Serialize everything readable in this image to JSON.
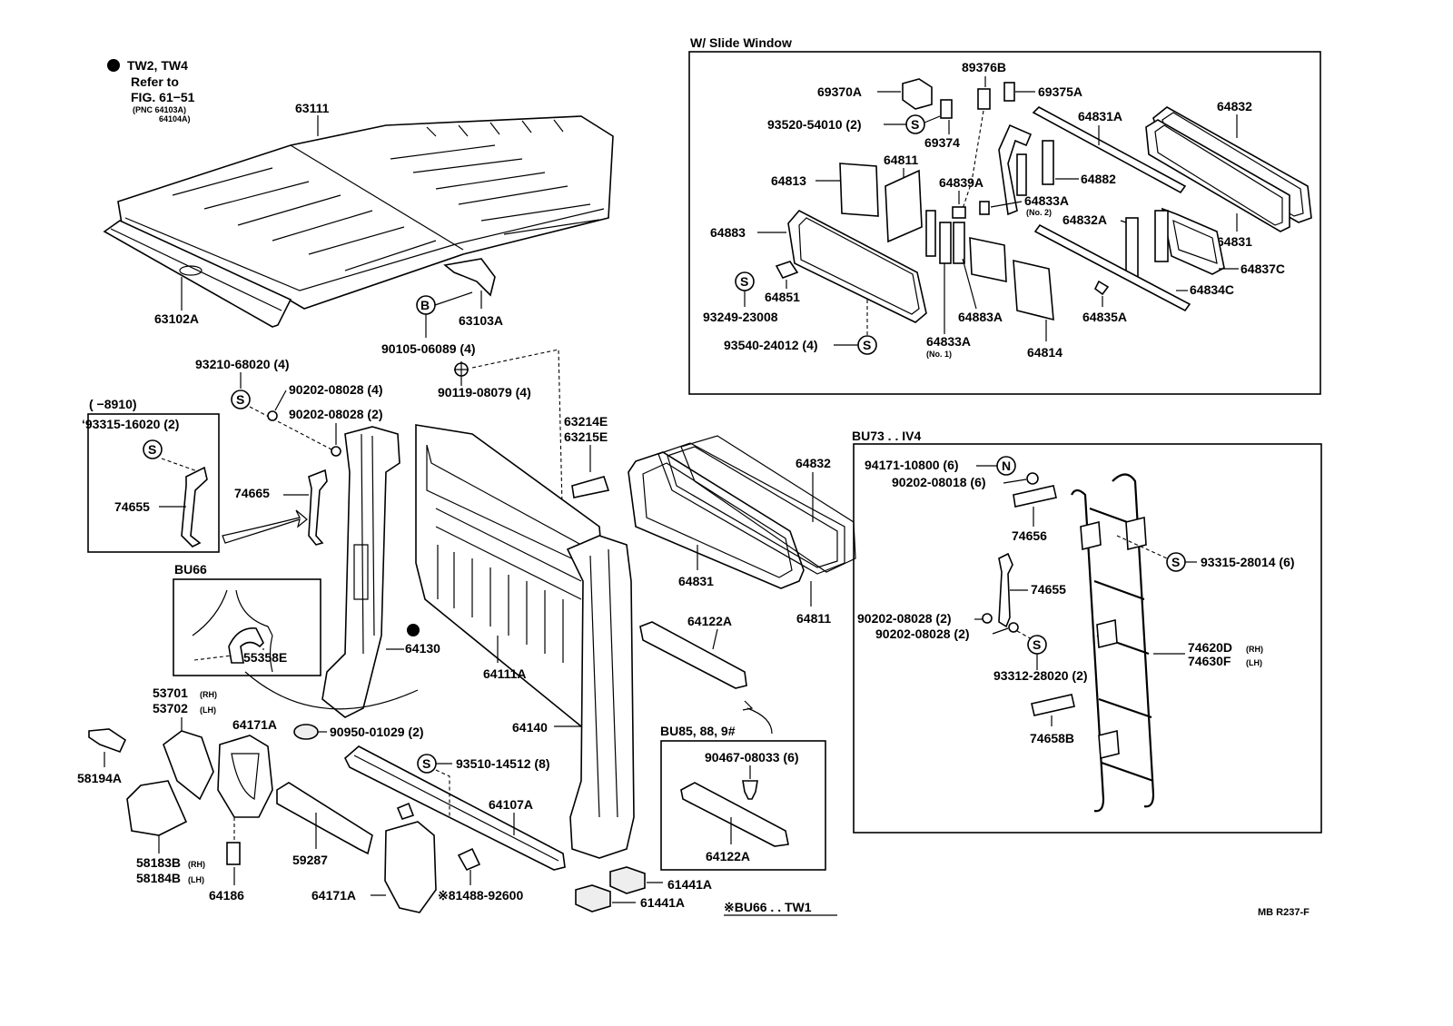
{
  "notes": {
    "tw": "TW2, TW4",
    "refer1": "Refer to",
    "refer2": "FIG. 61−51",
    "pnc1": "(PNC 64103A)",
    "pnc2": "64104A)"
  },
  "boxes": {
    "slide_window": "W/ Slide Window",
    "bu73": "BU73 . . IV4",
    "p8910": "(         −8910)",
    "bu66": "BU66",
    "bu85": "BU85, 88, 9#"
  },
  "footer": {
    "bu66_tw1": "※BU66 . . TW1",
    "code": "MB R237-F"
  },
  "symbols": {
    "s": "S",
    "b": "B",
    "n": "N"
  },
  "parts": {
    "p63111": "63111",
    "p63102A": "63102A",
    "p63103A": "63103A",
    "p90105": "90105-06089 (4)",
    "p93210": "93210-68020 (4)",
    "p90202_4": "90202-08028 (4)",
    "p90202_2": "90202-08028 (2)",
    "p90119": "90119-08079 (4)",
    "p63214E": "63214E",
    "p63215E": "63215E",
    "p93315_2": "‘93315-16020 (2)",
    "p74655_box": "74655",
    "p74665": "74665",
    "p55358E": "55358E",
    "p64130": "64130",
    "p64111A": "64111A",
    "p53701": "53701",
    "p53702": "53702",
    "rh": "(RH)",
    "lh": "(LH)",
    "p64171A_1": "64171A",
    "p90950": "90950-01029 (2)",
    "p58194A": "58194A",
    "p58183B": "58183B",
    "p58184B": "58184B",
    "p64186": "64186",
    "p59287": "59287",
    "p64171A_2": "64171A",
    "p93510": "93510-14512 (8)",
    "p64107A": "64107A",
    "p81488": "※81488-92600",
    "p64140": "64140",
    "p61441A_1": "61441A",
    "p61441A_2": "61441A",
    "p64831_main": "64831",
    "p64832_main": "64832",
    "p64811_main": "64811",
    "p64122A_1": "64122A",
    "p90467": "90467-08033 (6)",
    "p64122A_2": "64122A",
    "p69370A": "69370A",
    "p89376B": "89376B",
    "p69375A": "69375A",
    "p93520": "93520-54010 (2)",
    "p69374": "69374",
    "p64831A": "64831A",
    "p64832_sw": "64832",
    "p64813": "64813",
    "p64811_sw": "64811",
    "p64839A": "64839A",
    "p64882": "64882",
    "p64833A_no2": "64833A",
    "no2": "(No. 2)",
    "p64883": "64883",
    "p64832A": "64832A",
    "p64831_sw": "64831",
    "p93249": "93249-23008",
    "p64851": "64851",
    "p64837C": "64837C",
    "p64834C": "64834C",
    "p93540": "93540-24012 (4)",
    "p64883A": "64883A",
    "p64835A": "64835A",
    "p64833A_no1": "64833A",
    "no1": "(No. 1)",
    "p64814": "64814",
    "p94171": "94171-10800 (6)",
    "p90202_08018": "90202-08018 (6)",
    "p74656": "74656",
    "p93315_6": "93315-28014 (6)",
    "p74655_bu73": "74655",
    "p90202_bu73_a": "90202-08028 (2)",
    "p90202_bu73_b": "90202-08028 (2)",
    "p93312": "93312-28020 (2)",
    "p74620D": "74620D",
    "p74630F": "74630F",
    "p74658B": "74658B"
  }
}
